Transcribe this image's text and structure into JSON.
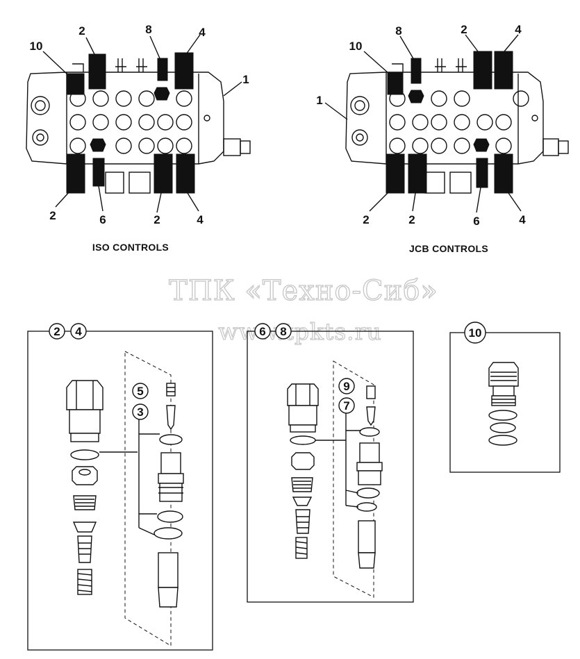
{
  "captions": {
    "left": "ISO CONTROLS",
    "right": "JCB CONTROLS"
  },
  "watermark": {
    "line1": "ТПК «Техно-Сиб»",
    "line2": "www.tpkts.ru"
  },
  "iso_labels": {
    "top_10": "10",
    "top_2": "2",
    "top_8": "8",
    "top_4": "4",
    "body_1": "1",
    "bot_2a": "2",
    "bot_6": "6",
    "bot_2b": "2",
    "bot_4": "4"
  },
  "jcb_labels": {
    "top_10": "10",
    "top_8": "8",
    "top_2": "2",
    "top_4": "4",
    "body_1": "1",
    "bot_2a": "2",
    "bot_2b": "2",
    "bot_6": "6",
    "bot_4": "4"
  },
  "detail_2_4": {
    "badge_a": "2",
    "badge_b": "4",
    "callout_a": "5",
    "callout_b": "3"
  },
  "detail_6_8": {
    "badge_a": "6",
    "badge_b": "8",
    "callout_a": "9",
    "callout_b": "7"
  },
  "detail_10": {
    "badge": "10"
  }
}
